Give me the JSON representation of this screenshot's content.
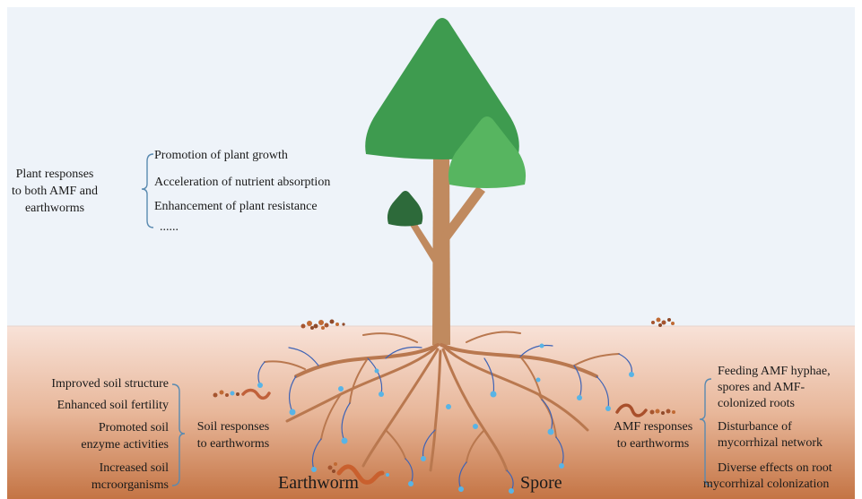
{
  "plant_responses": {
    "label": [
      "Plant responses",
      "to both AMF and",
      "earthworms"
    ],
    "items": [
      "Promotion of plant growth",
      "Acceleration of nutrient absorption",
      "Enhancement of plant resistance",
      "......"
    ]
  },
  "soil_responses": {
    "label": [
      "Soil responses",
      "to earthworms"
    ],
    "items": [
      "Improved soil structure",
      "Enhanced soil fertility",
      "Promoted soil",
      "enzyme activities",
      "Increased soil",
      "mcroorganisms"
    ]
  },
  "amf_responses": {
    "label": [
      "AMF responses",
      "to earthworms"
    ],
    "items": [
      "Feeding AMF  hyphae,",
      "spores and AMF-",
      "colonized roots",
      "Disturbance of",
      "mycorrhizal network",
      "Diverse effects on root",
      "mycorrhizal colonization"
    ]
  },
  "captions": {
    "earthworm": "Earthworm",
    "spore": "Spore"
  },
  "colors": {
    "sky": "#eef3f9",
    "soil_top": "#f6ddd2",
    "soil_bottom": "#c67a4c",
    "trunk": "#c08a5f",
    "canopy_large": "#3e9b4f",
    "canopy_small": "#57b560",
    "canopy_dark": "#2d6a3a",
    "hyphae": "#3f63b5",
    "spore": "#58b4e6",
    "earthworm": "#a9502c"
  }
}
